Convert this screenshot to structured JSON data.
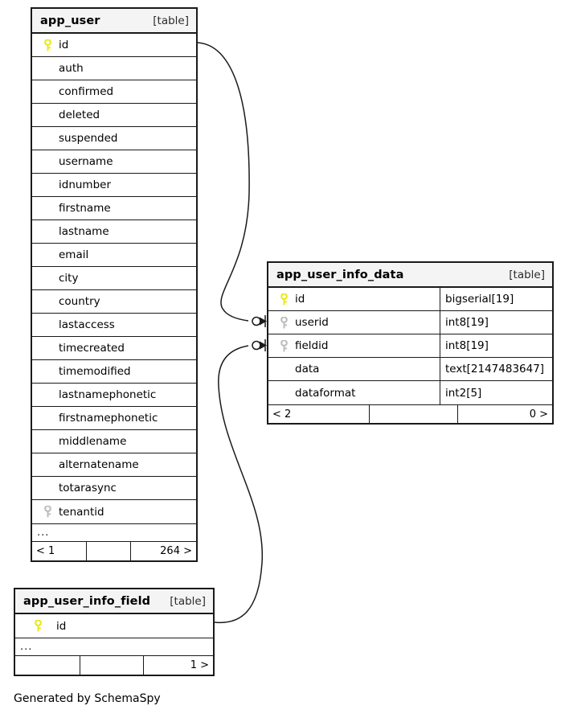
{
  "diagram": {
    "caption": "Generated by SchemaSpy",
    "table_tag": "[table]",
    "ellipsis": "...",
    "colors": {
      "primary_key_icon": "#e8e81c",
      "foreign_key_icon": "#bdbdbd",
      "border": "#1a1a1a",
      "header_background": "#f4f4f4",
      "page_background": "#ffffff"
    }
  },
  "tables": {
    "app_user": {
      "name": "app_user",
      "tag": "[table]",
      "columns": [
        {
          "name": "id",
          "key": "primary"
        },
        {
          "name": "auth",
          "key": "none"
        },
        {
          "name": "confirmed",
          "key": "none"
        },
        {
          "name": "deleted",
          "key": "none"
        },
        {
          "name": "suspended",
          "key": "none"
        },
        {
          "name": "username",
          "key": "none"
        },
        {
          "name": "idnumber",
          "key": "none"
        },
        {
          "name": "firstname",
          "key": "none"
        },
        {
          "name": "lastname",
          "key": "none"
        },
        {
          "name": "email",
          "key": "none"
        },
        {
          "name": "city",
          "key": "none"
        },
        {
          "name": "country",
          "key": "none"
        },
        {
          "name": "lastaccess",
          "key": "none"
        },
        {
          "name": "timecreated",
          "key": "none"
        },
        {
          "name": "timemodified",
          "key": "none"
        },
        {
          "name": "lastnamephonetic",
          "key": "none"
        },
        {
          "name": "firstnamephonetic",
          "key": "none"
        },
        {
          "name": "middlename",
          "key": "none"
        },
        {
          "name": "alternatename",
          "key": "none"
        },
        {
          "name": "totarasync",
          "key": "none"
        },
        {
          "name": "tenantid",
          "key": "foreign"
        }
      ],
      "more_indicator": "...",
      "footer": {
        "left": "< 1",
        "middle": "",
        "right": "264 >"
      }
    },
    "app_user_info_data": {
      "name": "app_user_info_data",
      "tag": "[table]",
      "columns": [
        {
          "name": "id",
          "key": "primary",
          "type": "bigserial[19]"
        },
        {
          "name": "userid",
          "key": "foreign",
          "type": "int8[19]"
        },
        {
          "name": "fieldid",
          "key": "foreign",
          "type": "int8[19]"
        },
        {
          "name": "data",
          "key": "none",
          "type": "text[2147483647]"
        },
        {
          "name": "dataformat",
          "key": "none",
          "type": "int2[5]"
        }
      ],
      "footer": {
        "left": "< 2",
        "middle": "",
        "right": "0 >"
      }
    },
    "app_user_info_field": {
      "name": "app_user_info_field",
      "tag": "[table]",
      "columns": [
        {
          "name": "id",
          "key": "primary"
        }
      ],
      "more_indicator": "...",
      "footer": {
        "left": "",
        "middle": "",
        "right": "1 >"
      }
    }
  },
  "relationships": [
    {
      "from_table": "app_user",
      "from_column": "id",
      "to_table": "app_user_info_data",
      "to_column": "userid",
      "cardinality": "zero-or-many"
    },
    {
      "from_table": "app_user_info_field",
      "from_column": "id",
      "to_table": "app_user_info_data",
      "to_column": "fieldid",
      "cardinality": "zero-or-many"
    }
  ]
}
